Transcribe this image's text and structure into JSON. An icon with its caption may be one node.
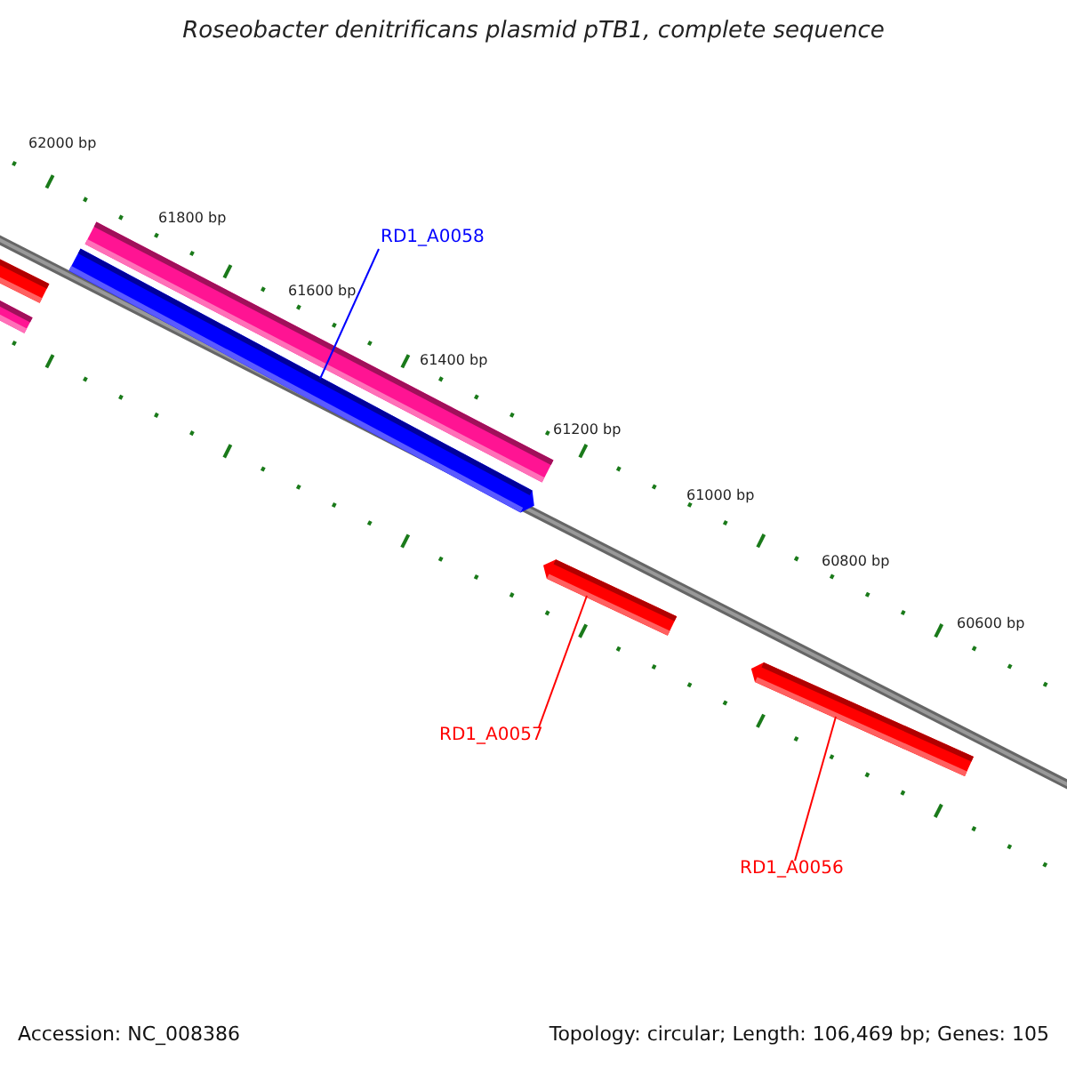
{
  "diagram": {
    "title": "Roseobacter denitrificans plasmid pTB1, complete sequence",
    "nodes": [
      {
        "text": [
          "RD1_A0058"
        ]
      },
      {
        "text": [],
        "shape": "bar"
      },
      {
        "text": [
          "RD1_A0057"
        ]
      },
      {
        "text": [],
        "shape": "bar"
      },
      {
        "text": [
          "RD1_A0056"
        ]
      },
      {
        "text": [],
        "shape": "bar"
      }
    ],
    "edges": [
      {
        "from": 0,
        "to": 1,
        "arrow": "none",
        "color": "#0000ff"
      },
      {
        "from": 2,
        "to": 3,
        "arrow": "none"
      },
      {
        "from": 4,
        "to": 5,
        "arrow": "none"
      }
    ],
    "labels": [
      "62000 bp",
      "61800 bp",
      "61600 bp",
      "61400 bp",
      "61200 bp",
      "61000 bp",
      "60800 bp",
      "60600 bp",
      "Accession: NC_008386",
      "Topology: circular; Length: 106,469 bp; Genes: 105"
    ]
  }
}
